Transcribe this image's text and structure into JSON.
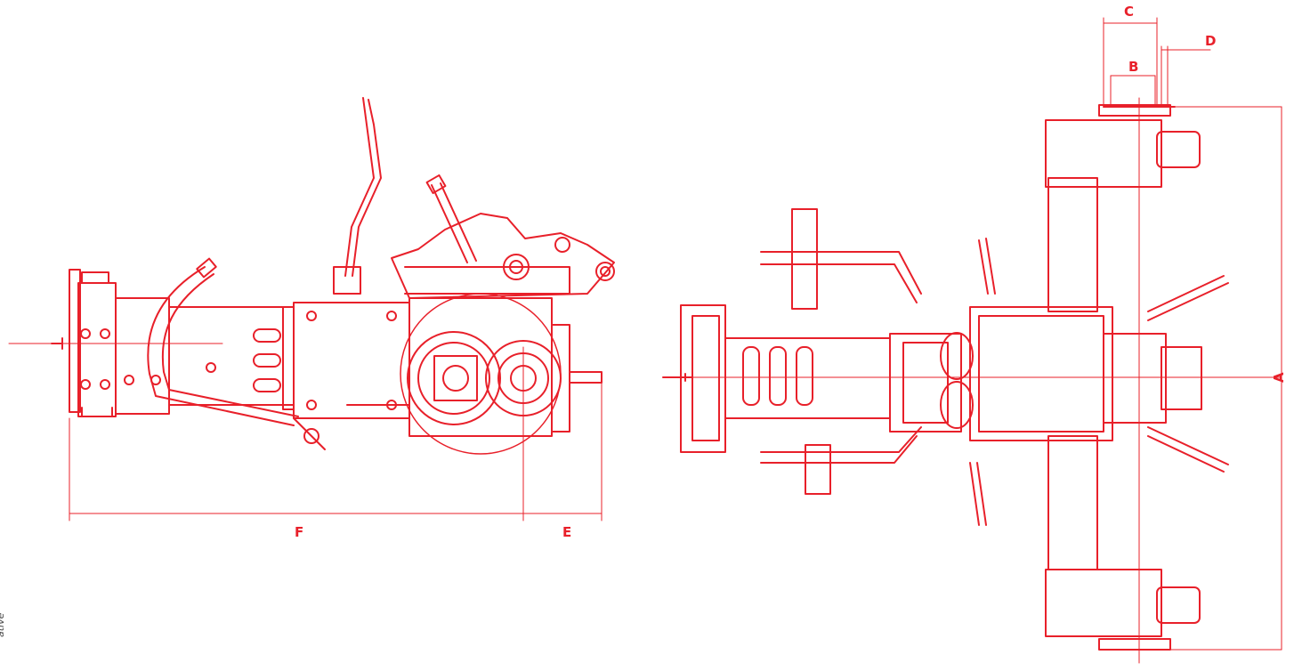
{
  "colors": {
    "line": "#e8202a",
    "dim": "#e8202a",
    "label": "#e8202a",
    "note": "#444444"
  },
  "labels": {
    "F": "F",
    "E": "E",
    "A": "A",
    "B": "B",
    "C": "C",
    "D": "D"
  },
  "side_note": "ative"
}
